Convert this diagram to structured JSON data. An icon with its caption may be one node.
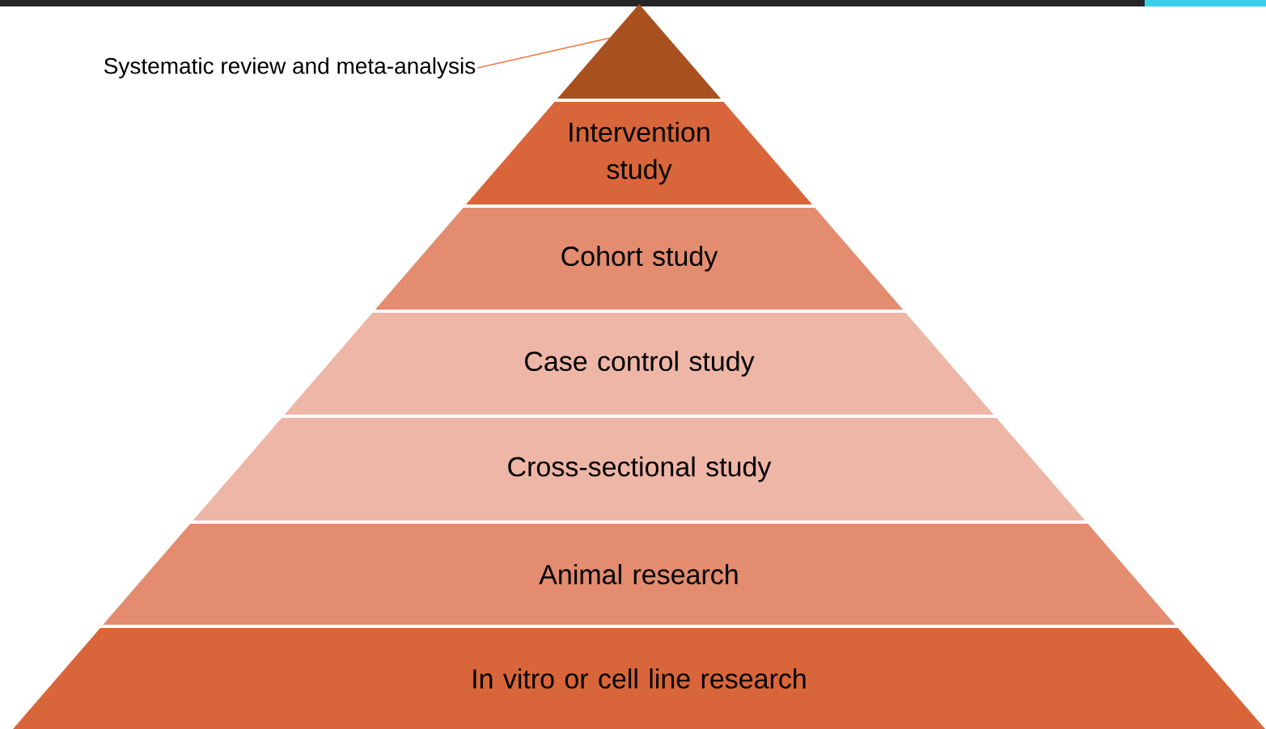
{
  "diagram": {
    "nodes": [
      {
        "text": [
          "Systematic review and meta-analysis"
        ]
      },
      {
        "text": [],
        "shape": "triangle"
      },
      {
        "text": [
          "Intervention study"
        ]
      },
      {
        "text": [
          "Cohort study"
        ]
      },
      {
        "text": [
          "Case control study"
        ]
      },
      {
        "text": [
          "Cross-sectional study"
        ]
      },
      {
        "text": [
          "Animal research"
        ]
      },
      {
        "text": [
          "In vitro or cell line research"
        ]
      }
    ],
    "edges": [
      {
        "from": 0,
        "to": 1,
        "arrow": "none",
        "color": "#f0763f"
      }
    ]
  }
}
